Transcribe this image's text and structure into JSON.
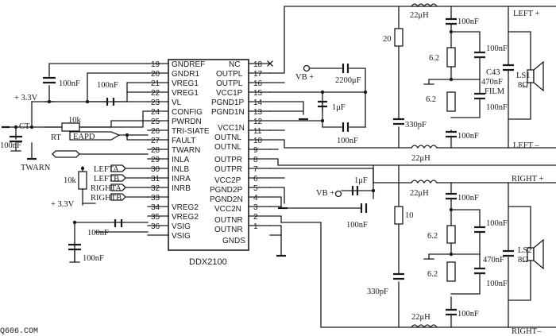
{
  "chip": {
    "name": "DDX2100",
    "left_pins": [
      {
        "num": "19",
        "label": "GNDREF"
      },
      {
        "num": "20",
        "label": "GNDR1"
      },
      {
        "num": "21",
        "label": "VREG1"
      },
      {
        "num": "22",
        "label": "VREG1"
      },
      {
        "num": "23",
        "label": "VL"
      },
      {
        "num": "24",
        "label": "CONFIG"
      },
      {
        "num": "25",
        "label": "PWRDN"
      },
      {
        "num": "26",
        "label": "TRI-SIATE"
      },
      {
        "num": "27",
        "label": "FAULT"
      },
      {
        "num": "28",
        "label": "TWARN"
      },
      {
        "num": "29",
        "label": "INLA"
      },
      {
        "num": "30",
        "label": "INLB"
      },
      {
        "num": "31",
        "label": "INRA"
      },
      {
        "num": "32",
        "label": "INRB"
      },
      {
        "num": "33",
        "label": ""
      },
      {
        "num": "34",
        "label": "VREG2"
      },
      {
        "num": "35",
        "label": "VREG2"
      },
      {
        "num": "36",
        "label": "VSIG"
      },
      {
        "num": "",
        "label": "VSIG"
      }
    ],
    "right_pins": [
      {
        "num": "18",
        "label": "NC"
      },
      {
        "num": "17",
        "label": "OUTPL"
      },
      {
        "num": "16",
        "label": "OUTPL"
      },
      {
        "num": "15",
        "label": "VCC1P"
      },
      {
        "num": "14",
        "label": "PGND1P"
      },
      {
        "num": "13",
        "label": "PGND1N"
      },
      {
        "num": "12",
        "label": "VCC1N"
      },
      {
        "num": "11",
        "label": "OUTNL"
      },
      {
        "num": "10",
        "label": "OUTNL"
      },
      {
        "num": "9",
        "label": "OUTPR"
      },
      {
        "num": "8",
        "label": "OUTPR"
      },
      {
        "num": "7",
        "label": "VCC2P"
      },
      {
        "num": "6",
        "label": "PGND2P"
      },
      {
        "num": "5",
        "label": "PGND2N"
      },
      {
        "num": "4",
        "label": "VCC2N"
      },
      {
        "num": "3",
        "label": "OUTNR"
      },
      {
        "num": "2",
        "label": "OUTNR"
      },
      {
        "num": "1",
        "label": "GNDS"
      }
    ]
  },
  "labels": {
    "v33_top": "+ 3.3V",
    "v33_bottom": "+ 3.3V",
    "ct": "CT",
    "rt": "RT",
    "r10k_top": "10k",
    "r10k_left": "10k",
    "eapd": "EAPD",
    "twarn": "TWARN",
    "lefta": "LEFTA",
    "leftb": "LEFTB",
    "rightta": "RIGHTA",
    "righttb": "RIGHTB",
    "c_100nf_a": "100nF",
    "c_100nf_b": "100nF",
    "c_100nf_c": "100nF",
    "c_100nf_d": "100nF",
    "c_100nf_e": "100nF",
    "vb_top": "VB +",
    "vb_bottom": "VB +",
    "c_2200uf": "2200μF",
    "c_1uf_top": "1μF",
    "c_100nf_top_vcc": "100nF",
    "c_1uf_bot": "1μF",
    "c_100nf_bot_vcc": "100nF",
    "r20": "20",
    "r10": "10",
    "c330_top": "330pF",
    "c330_bot": "330pF",
    "l_top1": "22μH",
    "l_top2": "22μH",
    "l_bot1": "22μH",
    "l_bot2": "22μH",
    "c_r_top1": "100nF",
    "c_r_top2": "100nF",
    "c_r_top3": "100nF",
    "c_r_top4": "100nF",
    "c_r_bot1": "100nF",
    "c_r_bot2": "100nF",
    "c_r_bot3": "100nF",
    "c_r_bot4": "100nF",
    "r62_a": "6.2",
    "r62_b": "6.2",
    "r62_c": "6.2",
    "r62_d": "6.2",
    "c43": "C43",
    "c470_top": "470nF",
    "film": "FILM",
    "c470_bot": "470nF",
    "ls1": "LS1",
    "ls1_ohm": "8Ω",
    "ls2": "LS2",
    "ls2_ohm": "8Ω",
    "left_plus": "LEFT +",
    "left_minus": "LEFT –",
    "right_plus": "RIGHT +",
    "right_minus": "RIGHT–",
    "watermark": "Q606.COM"
  }
}
